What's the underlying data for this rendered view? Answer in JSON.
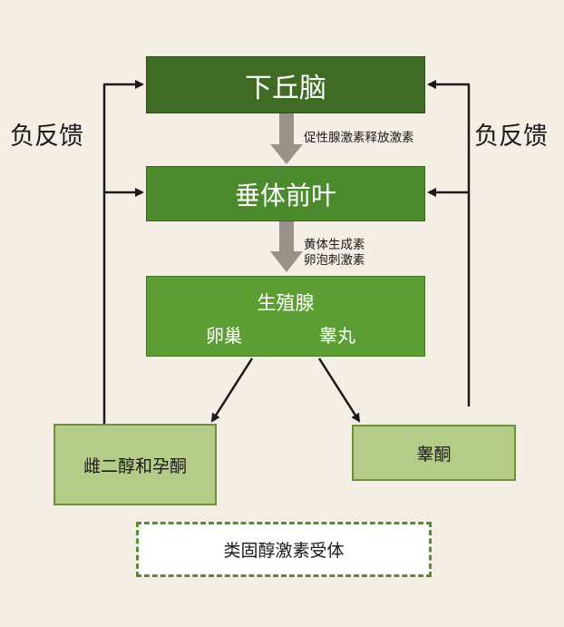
{
  "nodes": {
    "hypothalamus": "下丘脑",
    "pituitary": "垂体前叶",
    "gonad": {
      "title": "生殖腺",
      "left": "卵巢",
      "right": "睾丸"
    },
    "estrogen_progesterone": "雌二醇和孕酮",
    "testosterone": "睾酮",
    "receptor": "类固醇激素受体"
  },
  "feedback": {
    "left": "负反馈",
    "right": "负反馈"
  },
  "hormones": {
    "gnrh": "促性腺激素释放激素",
    "lh": "黄体生成素",
    "fsh": "卵泡刺激素"
  },
  "colors": {
    "hypothalamus": "#3f6b24",
    "pituitary": "#4b8a2d",
    "gonad": "#5c9e33",
    "product": "#b5cc88",
    "arrow_gray": "#9a928a"
  }
}
